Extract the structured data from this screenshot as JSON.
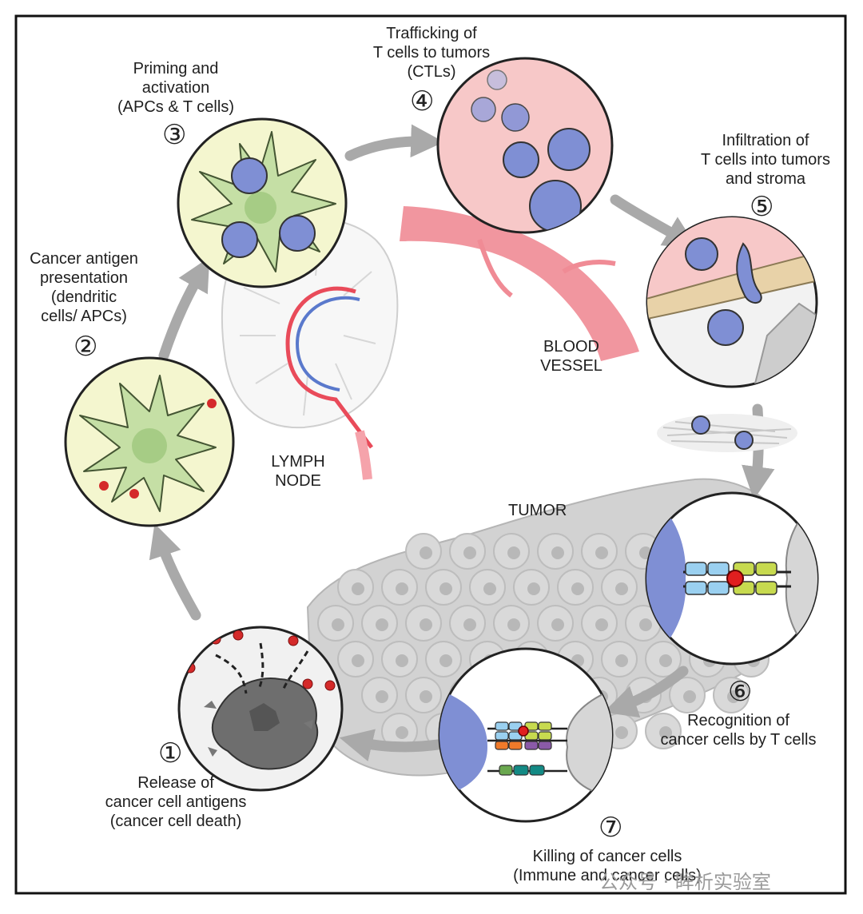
{
  "steps": [
    {
      "num": "①",
      "label": "Release of\ncancer cell antigens\n(cancer cell death)"
    },
    {
      "num": "②",
      "label": "Cancer antigen\npresentation\n(dendritic\ncells/ APCs)"
    },
    {
      "num": "③",
      "label": "Priming and\nactivation\n(APCs & T cells)"
    },
    {
      "num": "④",
      "label": "Trafficking of\nT cells to tumors\n(CTLs)"
    },
    {
      "num": "⑤",
      "label": "Infiltration of\nT cells into tumors\nand stroma"
    },
    {
      "num": "⑥",
      "label": "Recognition of\ncancer cells by T cells"
    },
    {
      "num": "⑦",
      "label": "Killing of cancer cells\n(Immune and cancer cells)"
    }
  ],
  "labels": {
    "blood_vessel": "BLOOD\nVESSEL",
    "lymph_node": "LYMPH\nNODE",
    "tumor": "TUMOR"
  },
  "watermark": {
    "text": "公众号 · 眸析实验室"
  },
  "colors": {
    "t_cell": "#7f8fd4",
    "apc_body": "#c5dfa5",
    "apc_bg": "#f4f6cf",
    "vessel_bg": "#f7c8c8",
    "antigen": "#d42a2a",
    "tumor": "#cfcfcf",
    "tumor_dark": "#666666",
    "arrow": "#a9a9a9"
  }
}
